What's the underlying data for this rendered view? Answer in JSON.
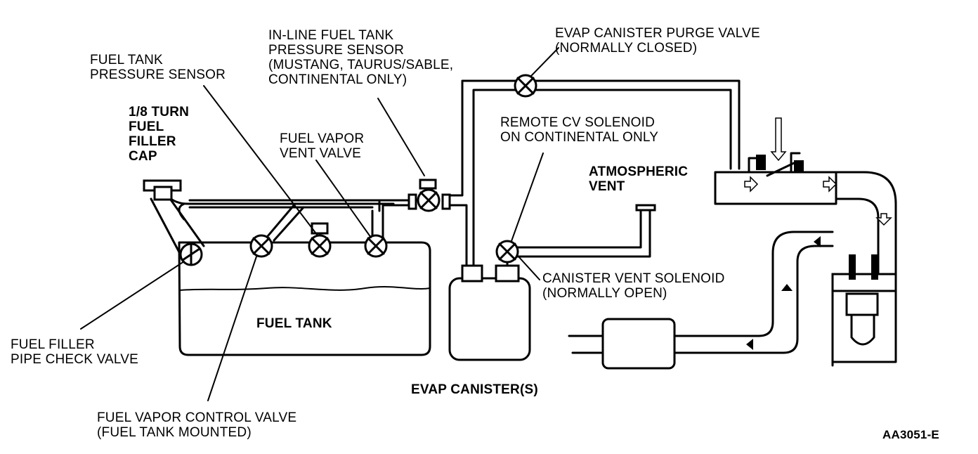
{
  "labels": {
    "fuel_tank_pressure_sensor": [
      "FUEL TANK",
      "PRESSURE SENSOR"
    ],
    "inline_sensor": [
      "IN-LINE FUEL TANK",
      "PRESSURE SENSOR",
      "(MUSTANG, TAURUS/SABLE,",
      "CONTINENTAL ONLY)"
    ],
    "purge_valve": [
      "EVAP CANISTER PURGE VALVE",
      "(NORMALLY CLOSED)"
    ],
    "filler_cap": [
      "1/8 TURN",
      "FUEL",
      "FILLER",
      "CAP"
    ],
    "vapor_vent_valve": [
      "FUEL VAPOR",
      "VENT VALVE"
    ],
    "remote_cv_solenoid": [
      "REMOTE CV SOLENOID",
      "ON CONTINENTAL ONLY"
    ],
    "atmospheric_vent": [
      "ATMOSPHERIC",
      "VENT"
    ],
    "canister_vent_solenoid": [
      "CANISTER VENT SOLENOID",
      "(NORMALLY OPEN)"
    ],
    "fuel_tank": "FUEL TANK",
    "filler_pipe_check_valve": [
      "FUEL FILLER",
      "PIPE CHECK VALVE"
    ],
    "evap_canister": "EVAP CANISTER(S)",
    "vapor_control_valve": [
      "FUEL VAPOR CONTROL VALVE",
      "(FUEL TANK MOUNTED)"
    ],
    "figure_code": "AA3051-E"
  },
  "colors": {
    "ink": "#000000",
    "paper": "#ffffff"
  }
}
